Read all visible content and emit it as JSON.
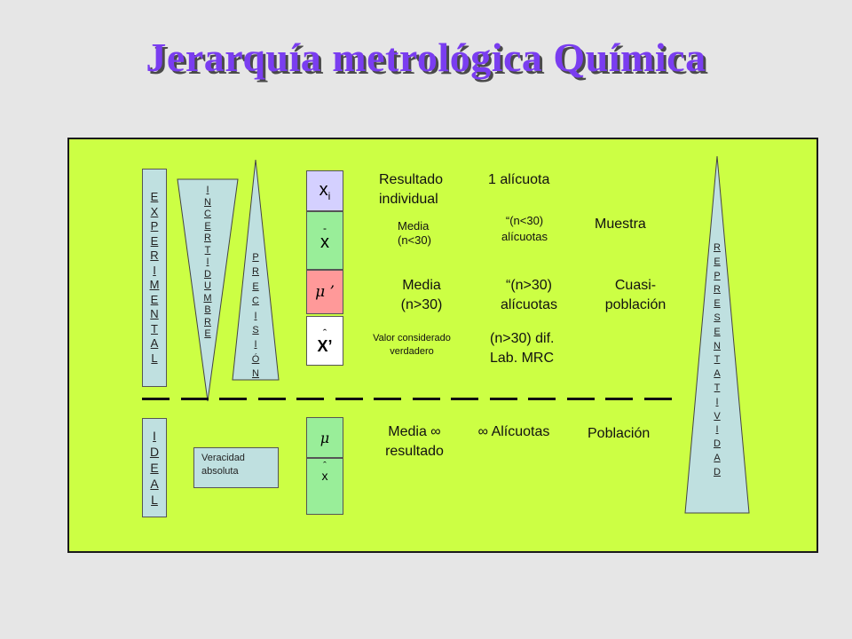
{
  "title": "Jerarquía metrológica Química",
  "labels": {
    "experimental": "EXPERIMENTAL",
    "incertidumbre": "INCERTIDUMBRE",
    "precision": "PRECISIÓN",
    "representatividad": "REPRESENTATIVIDAD",
    "ideal": "IDEAL",
    "veracidad": "Veracidad absoluta"
  },
  "symbols": {
    "xi_main": "x",
    "xi_sub": "i",
    "xbar_mark": "-",
    "xbar": "x",
    "mu_prime": "μ ’",
    "xhat_prime_mark": "ˆ",
    "xhat_prime": "X’",
    "mu": "μ",
    "xhat_mark": "ˆ",
    "xhat": "x"
  },
  "rows": {
    "r1_col1": "Resultado individual",
    "r1_col2": "1 alícuota",
    "r2_col1": "Media (n<30)",
    "r2_col2": "“(n<30) alícuotas",
    "r2_col3": "Muestra",
    "r3_col1": "Media (n>30)",
    "r3_col2": "“(n>30) alícuotas",
    "r3_col3": "Cuasi-población",
    "r4_col1": "Valor considerado verdadero",
    "r4_col2": "(n>30) dif. Lab. MRC",
    "r5_col1": "Media ∞ resultado",
    "r5_col2": "∞ Alícuotas",
    "r5_col3": "Población"
  },
  "colors": {
    "background": "#e6e6e6",
    "panel": "#ccff44",
    "title": "#7a3df0",
    "pale_blue": "#bfe0e0",
    "lavender": "#d4d0ff",
    "green_box": "#99ee99",
    "pink_box": "#ff9999",
    "white_box": "#ffffff"
  }
}
